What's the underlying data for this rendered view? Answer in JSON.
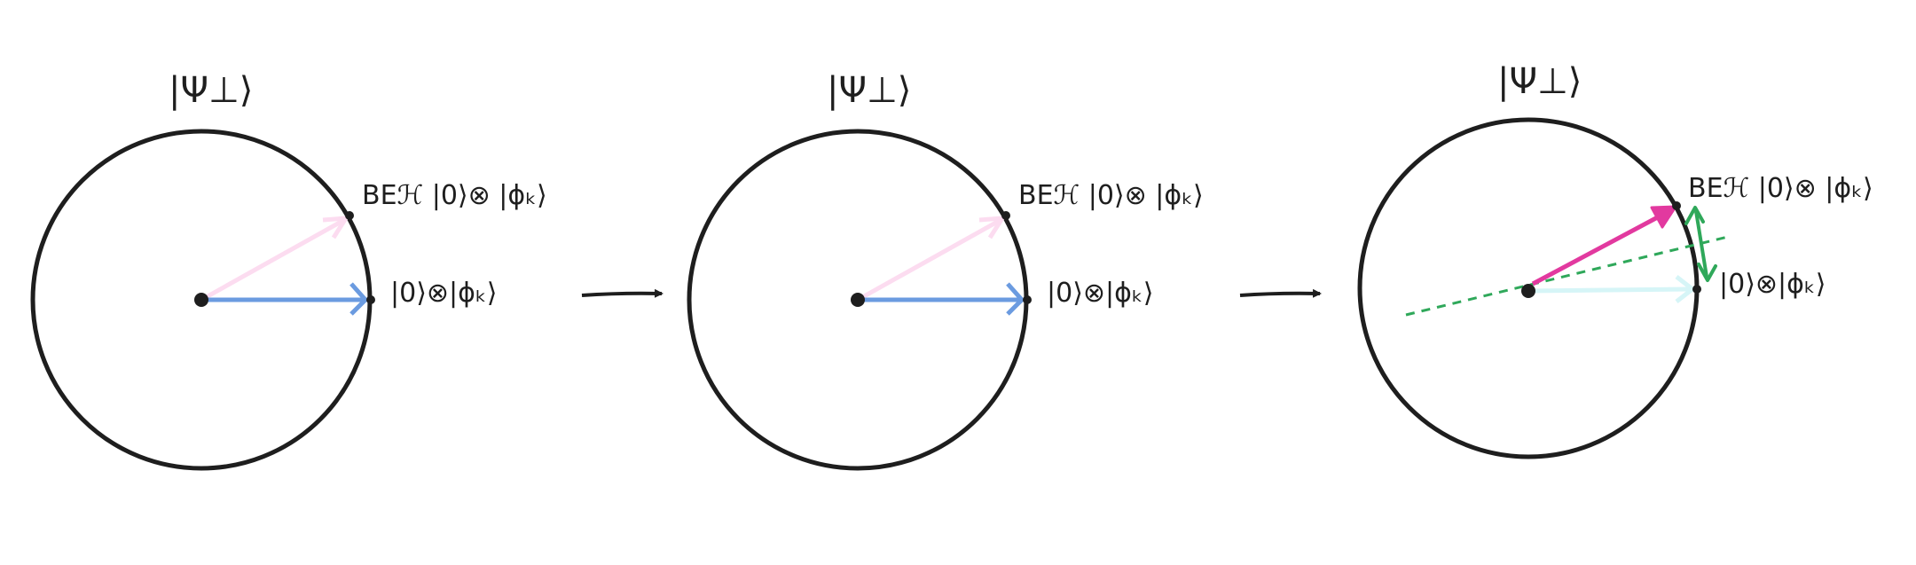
{
  "panels": [
    {
      "psi_perp_label": "|Ψ⊥⟩",
      "be_label": "BEℋ |0⟩⊗ |ϕₖ⟩",
      "ket_label": "|0⟩⊗|ϕₖ⟩"
    },
    {
      "psi_perp_label": "|Ψ⊥⟩",
      "be_label": "BEℋ |0⟩⊗ |ϕₖ⟩",
      "ket_label": "|0⟩⊗|ϕₖ⟩"
    },
    {
      "psi_perp_label": "|Ψ⊥⟩",
      "be_label": "BEℋ |0⟩⊗ |ϕₖ⟩",
      "ket_label": "|0⟩⊗|ϕₖ⟩"
    }
  ],
  "colors": {
    "stroke": "#1e1e1e",
    "ket_vector_blue": "#6b9be0",
    "be_vector_faint_pink": "#fcdcf0",
    "be_vector_pink": "#e2399f",
    "ket_vector_faint_cyan": "#d6f5f7",
    "reflection_green": "#2fa85a"
  }
}
